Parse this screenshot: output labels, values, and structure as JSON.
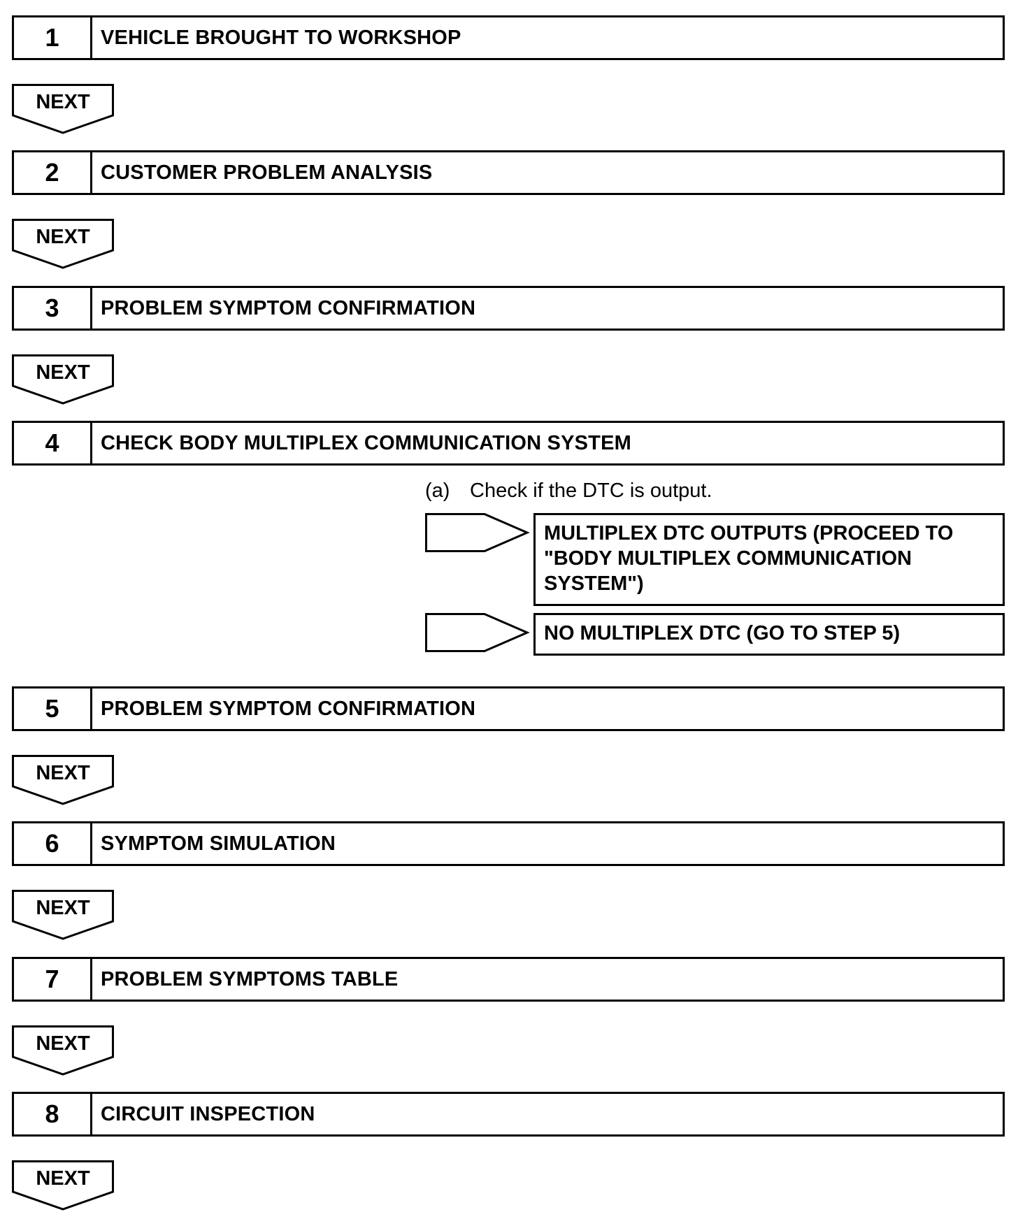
{
  "steps": [
    {
      "number": "1",
      "title": "VEHICLE BROUGHT TO WORKSHOP"
    },
    {
      "number": "2",
      "title": "CUSTOMER PROBLEM ANALYSIS"
    },
    {
      "number": "3",
      "title": "PROBLEM SYMPTOM CONFIRMATION"
    },
    {
      "number": "4",
      "title": "CHECK BODY MULTIPLEX COMMUNICATION SYSTEM"
    },
    {
      "number": "5",
      "title": "PROBLEM SYMPTOM CONFIRMATION"
    },
    {
      "number": "6",
      "title": "SYMPTOM SIMULATION"
    },
    {
      "number": "7",
      "title": "PROBLEM SYMPTOMS TABLE"
    },
    {
      "number": "8",
      "title": "CIRCUIT INSPECTION"
    }
  ],
  "next_label": "NEXT",
  "step4_check": {
    "marker": "(a)",
    "text": "Check if the DTC is output."
  },
  "step4_results": [
    {
      "text": "MULTIPLEX DTC OUTPUTS (PROCEED TO \"BODY MULTIPLEX COMMUNICATION SYSTEM\")"
    },
    {
      "text": "NO MULTIPLEX DTC (GO TO STEP 5)"
    }
  ]
}
